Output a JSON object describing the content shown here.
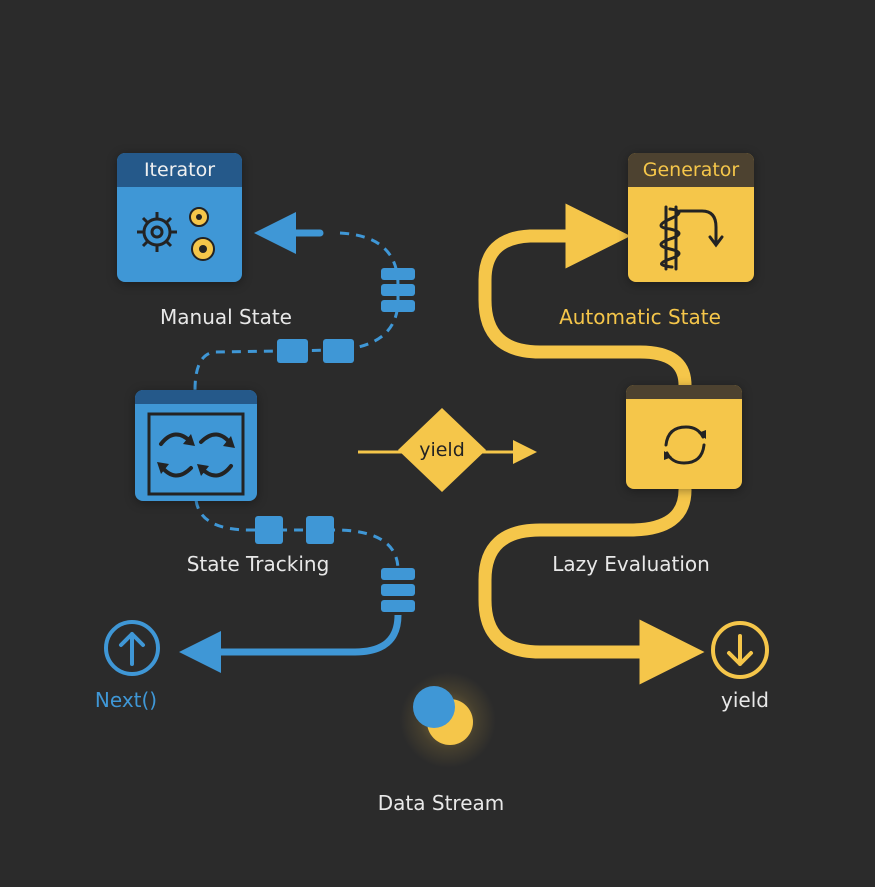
{
  "colors": {
    "background": "#2b2b2b",
    "iterator_blue": "#3f97d6",
    "iterator_header": "#25598a",
    "generator_yellow": "#f5c64a",
    "generator_header": "#4d4230",
    "icon_dark": "#232323",
    "text_light": "#e8e8e8"
  },
  "iterator": {
    "title": "Iterator",
    "manual_state": "Manual State",
    "state_tracking": "State Tracking",
    "next": "Next()"
  },
  "generator": {
    "title": "Generator",
    "automatic_state": "Automatic State",
    "lazy_evaluation": "Lazy Evaluation",
    "yield_out": "yield"
  },
  "center": {
    "yield_diamond": "yield",
    "data_stream": "Data Stream"
  },
  "icons": {
    "iterator_box": "gears-icon",
    "state_tracking_box": "cycle-arrows-icon",
    "generator_box": "spring-arrow-icon",
    "lazy_box": "refresh-icon",
    "next_circle": "arrow-up-icon",
    "yield_circle": "arrow-down-icon",
    "data_stream": "overlapping-circles-icon"
  }
}
